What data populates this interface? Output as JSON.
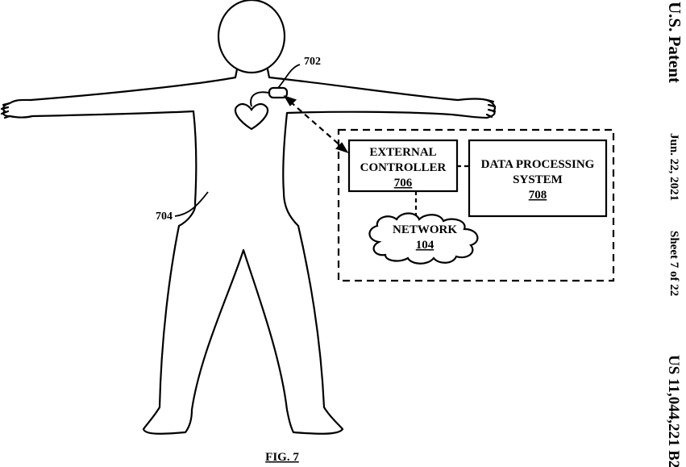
{
  "header": {
    "publication": "U.S. Patent",
    "date": "Jun. 22, 2021",
    "sheet": "Sheet 7 of 22",
    "patent_number": "US 11,044,221 B2"
  },
  "figure": {
    "caption": "FIG. 7",
    "labels": {
      "device": "702",
      "body": "704"
    },
    "boxes": {
      "external_controller": {
        "line1": "EXTERNAL",
        "line2": "CONTROLLER",
        "ref": "706"
      },
      "data_processing": {
        "line1": "DATA PROCESSING",
        "line2": "SYSTEM",
        "ref": "708"
      },
      "network": {
        "line1": "NETWORK",
        "ref": "104"
      }
    }
  }
}
